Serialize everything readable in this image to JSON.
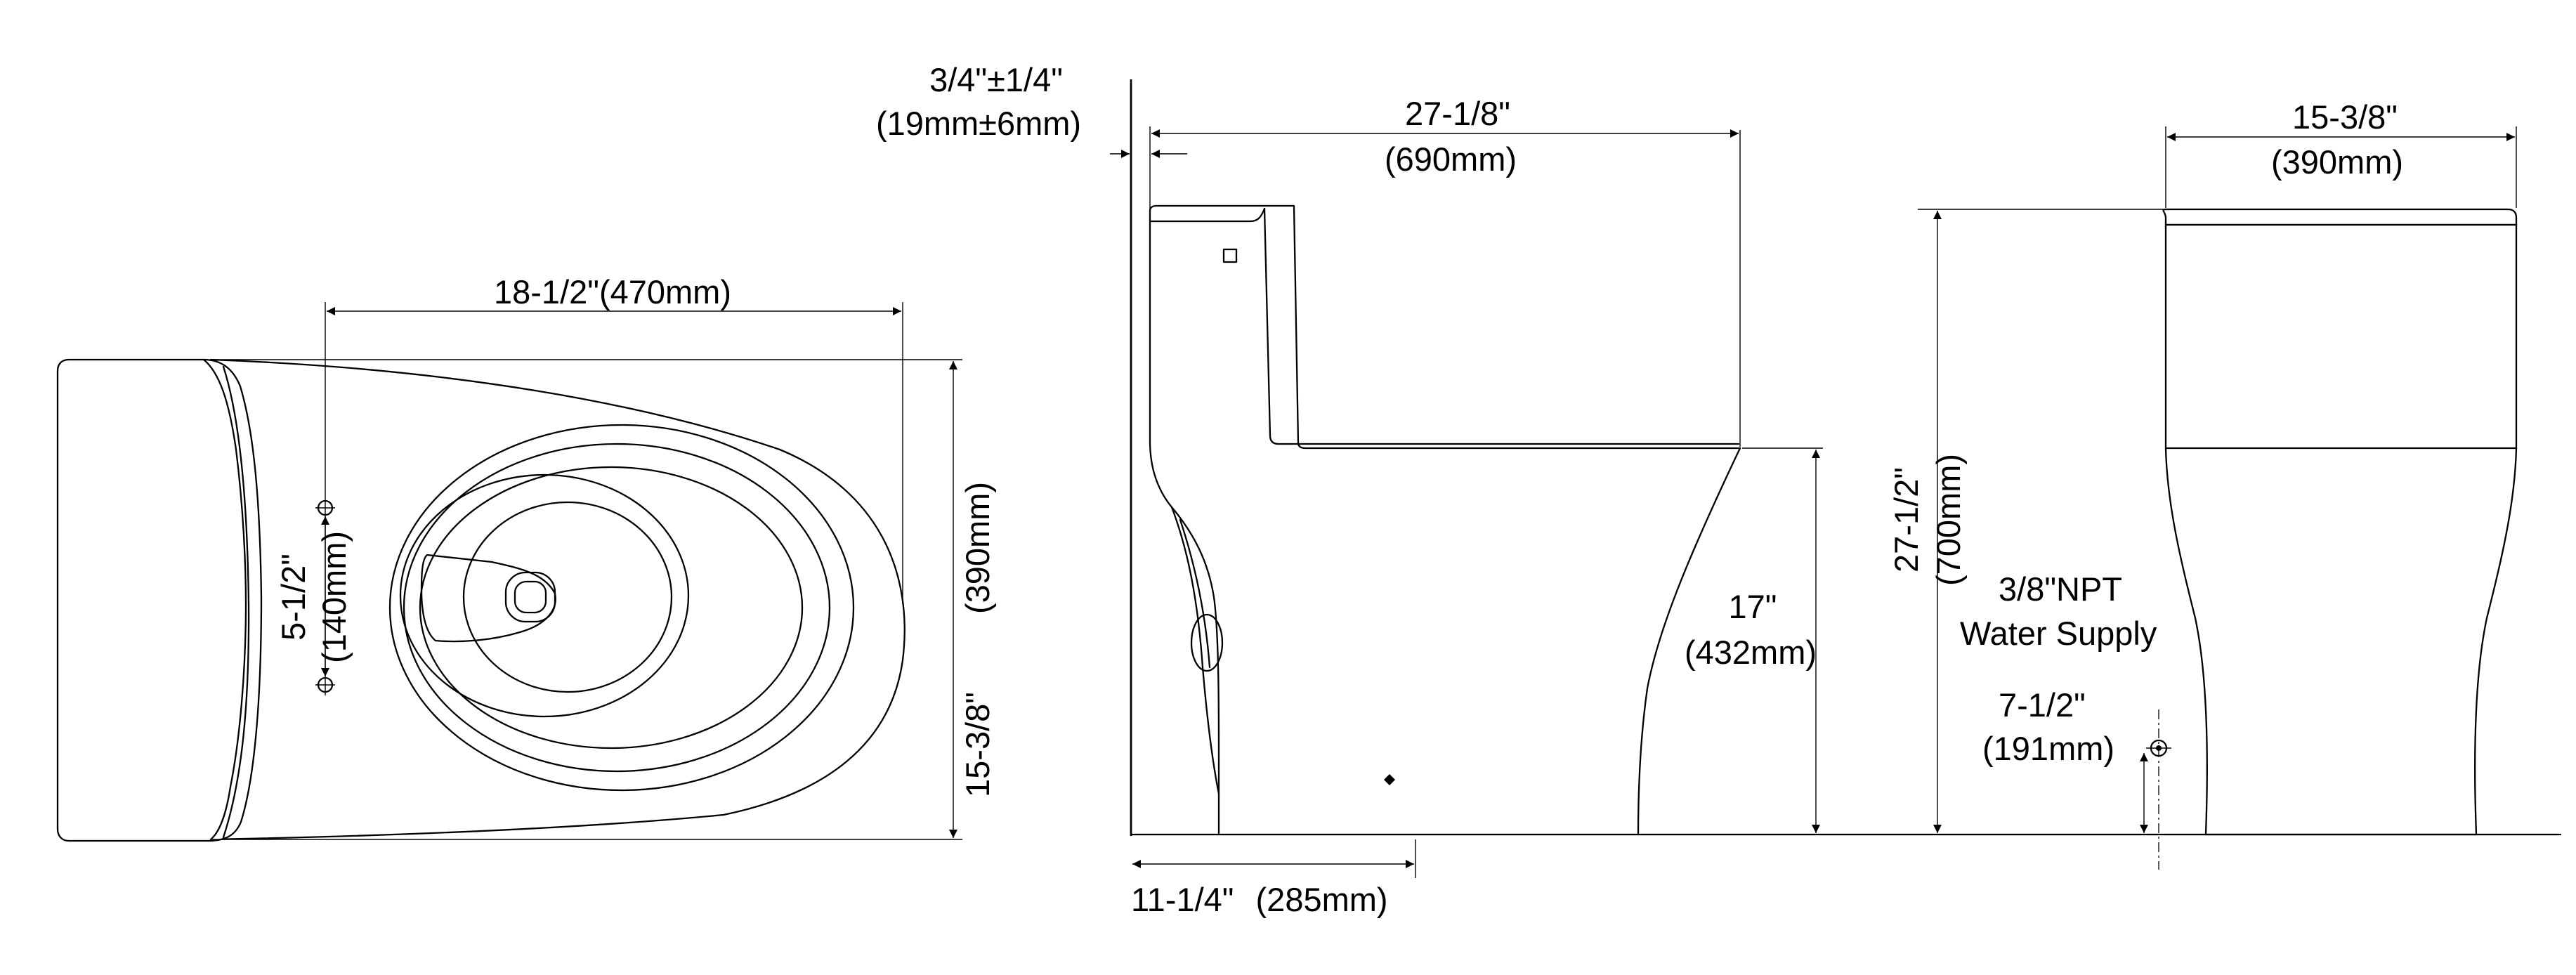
{
  "top_view": {
    "length_dim": "18-1/2\"(470mm)",
    "width_dim_in": "15-3/8\"",
    "width_dim_mm": "(390mm)",
    "bolt_spacing_in": "5-1/2\"",
    "bolt_spacing_mm": "(140mm)"
  },
  "side_view": {
    "wall_gap_in": "3/4\"±1/4\"",
    "wall_gap_mm": "(19mm±6mm)",
    "length_in": "27-1/8\"",
    "length_mm": "(690mm)",
    "seat_height_in": "17\"",
    "seat_height_mm": "(432mm)",
    "rough_in": "11-1/4\"",
    "rough_in_mm": "(285mm)"
  },
  "front_view": {
    "width_in": "15-3/8\"",
    "width_mm": "(390mm)",
    "height_in": "27-1/2\"",
    "height_mm": "(700mm)",
    "supply_line1": "3/8\"NPT",
    "supply_line2": "Water Supply",
    "supply_height_in": "7-1/2\"",
    "supply_height_mm": "(191mm)"
  }
}
